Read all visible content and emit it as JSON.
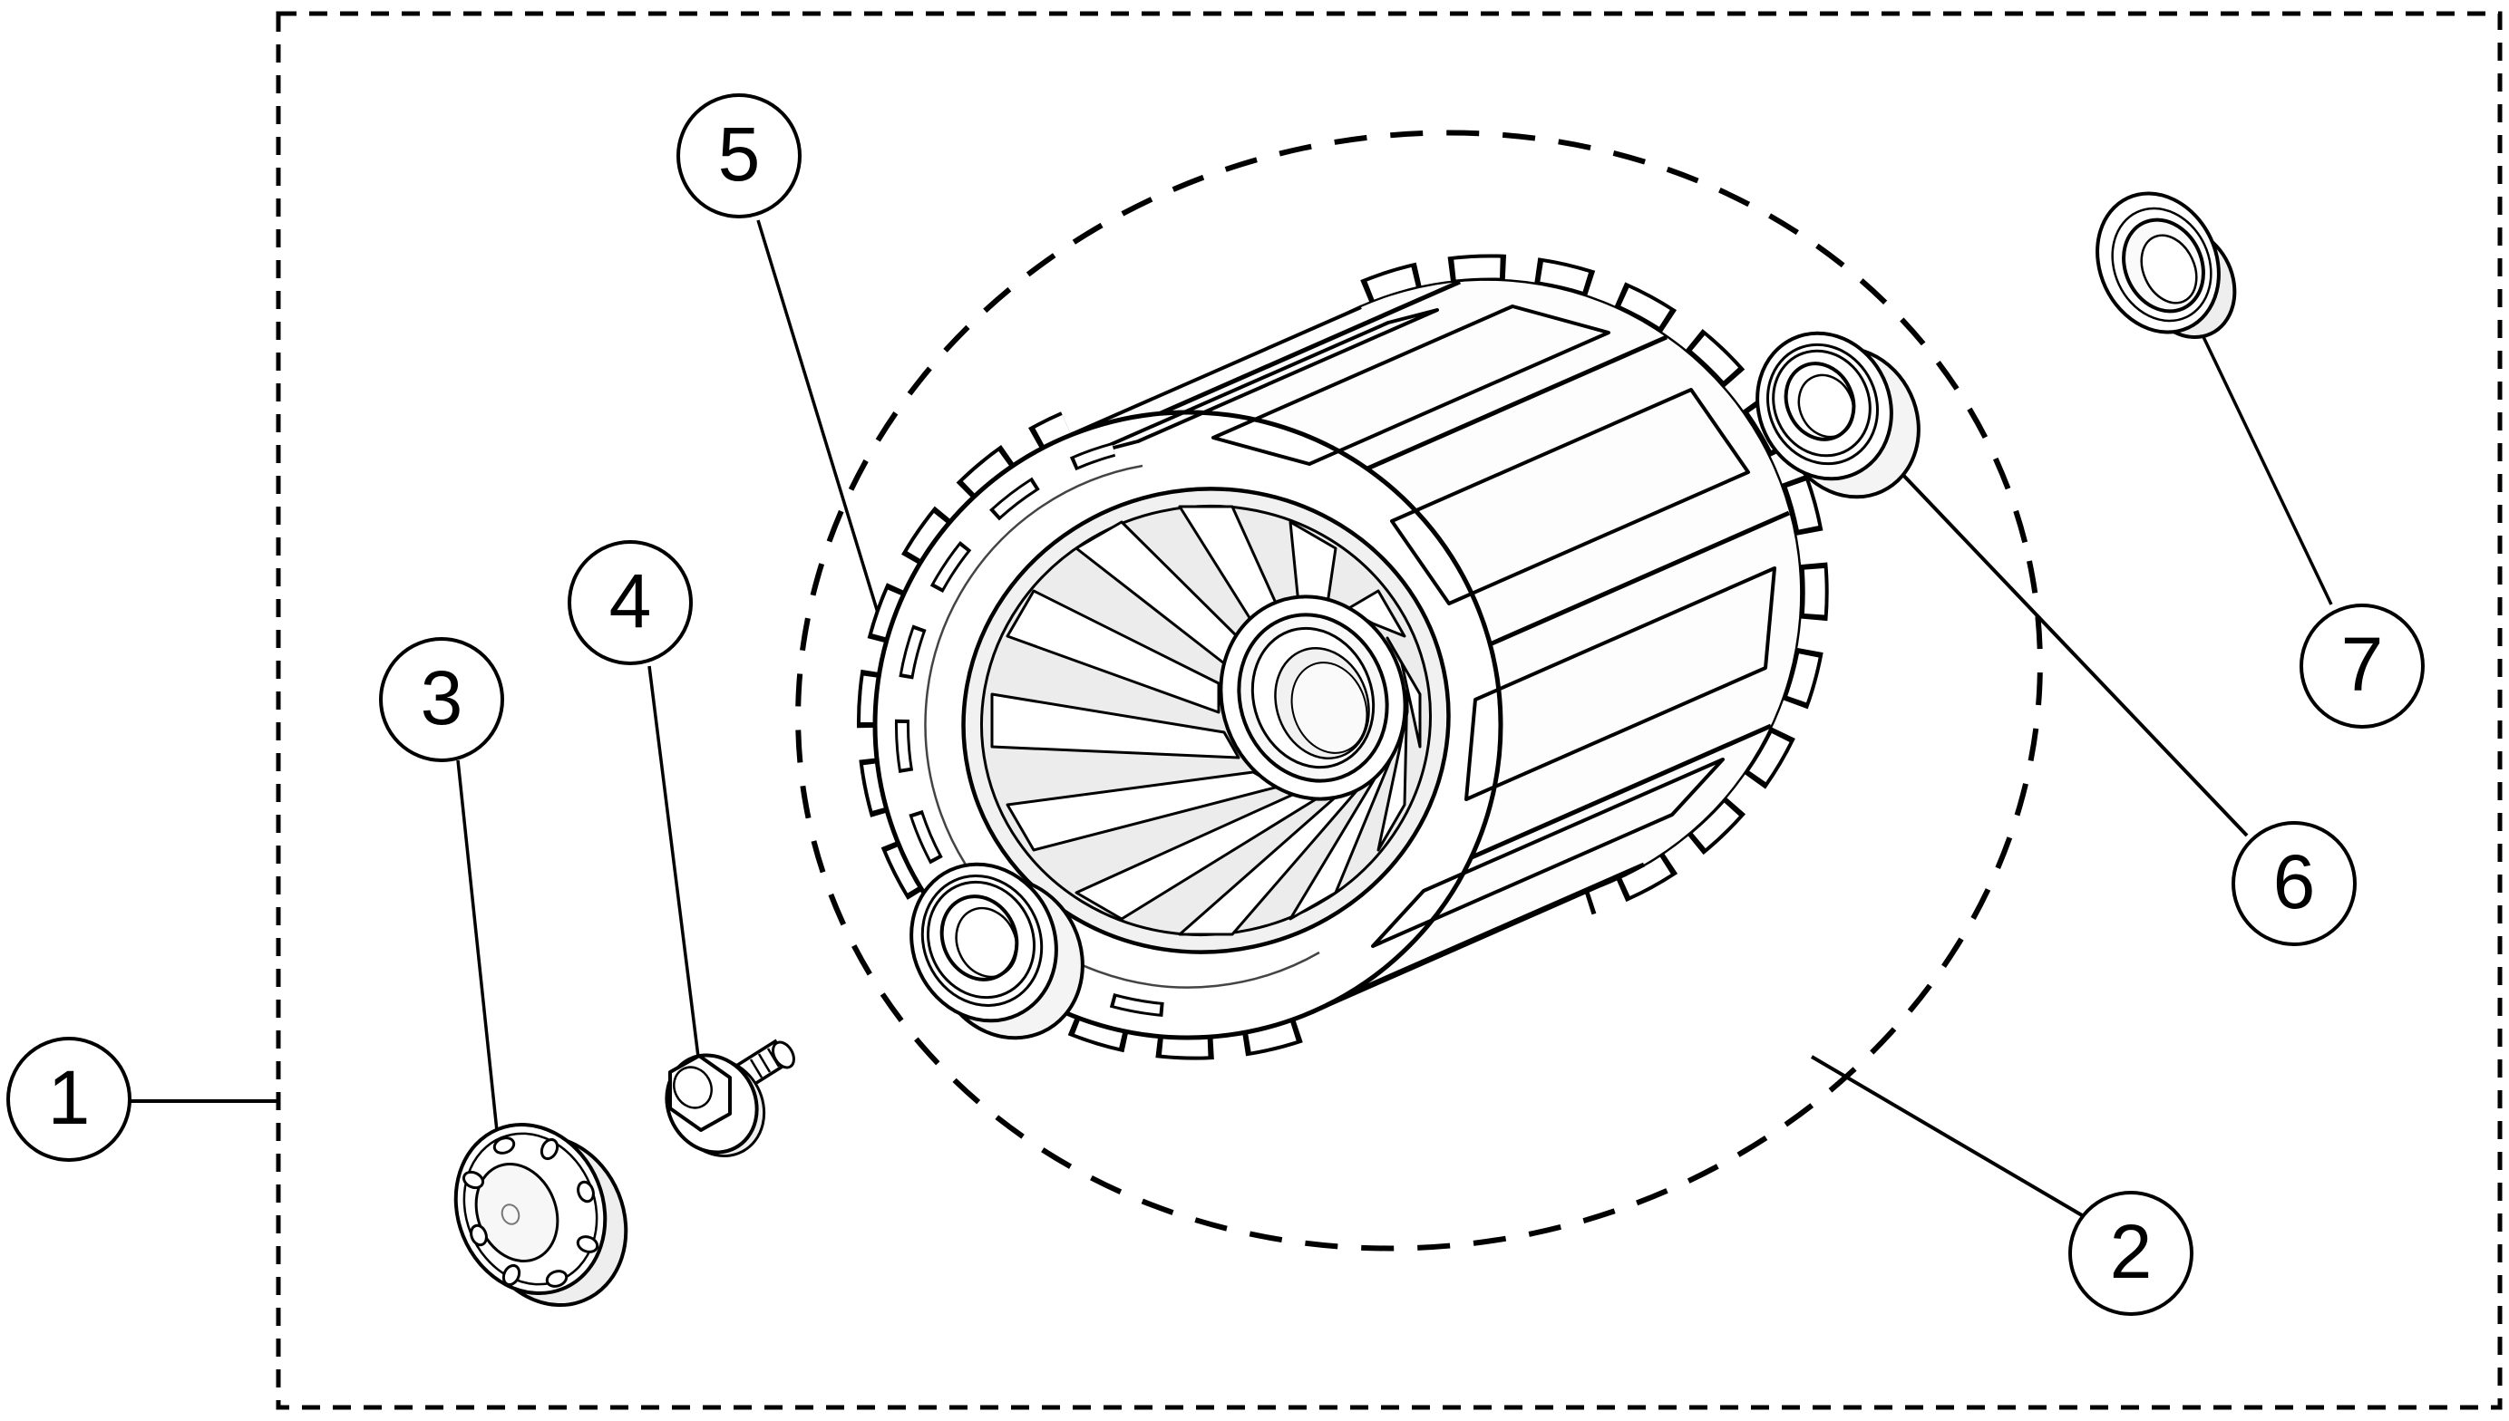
{
  "diagram": {
    "type": "exploded-parts-diagram",
    "callouts": [
      {
        "number": "1"
      },
      {
        "number": "2"
      },
      {
        "number": "3"
      },
      {
        "number": "4"
      },
      {
        "number": "5"
      },
      {
        "number": "6"
      },
      {
        "number": "7"
      }
    ]
  },
  "colors": {
    "line": "#000000",
    "background": "#ffffff",
    "shade_light": "#f1f1f1",
    "shade_mid": "#e2e2e2"
  }
}
